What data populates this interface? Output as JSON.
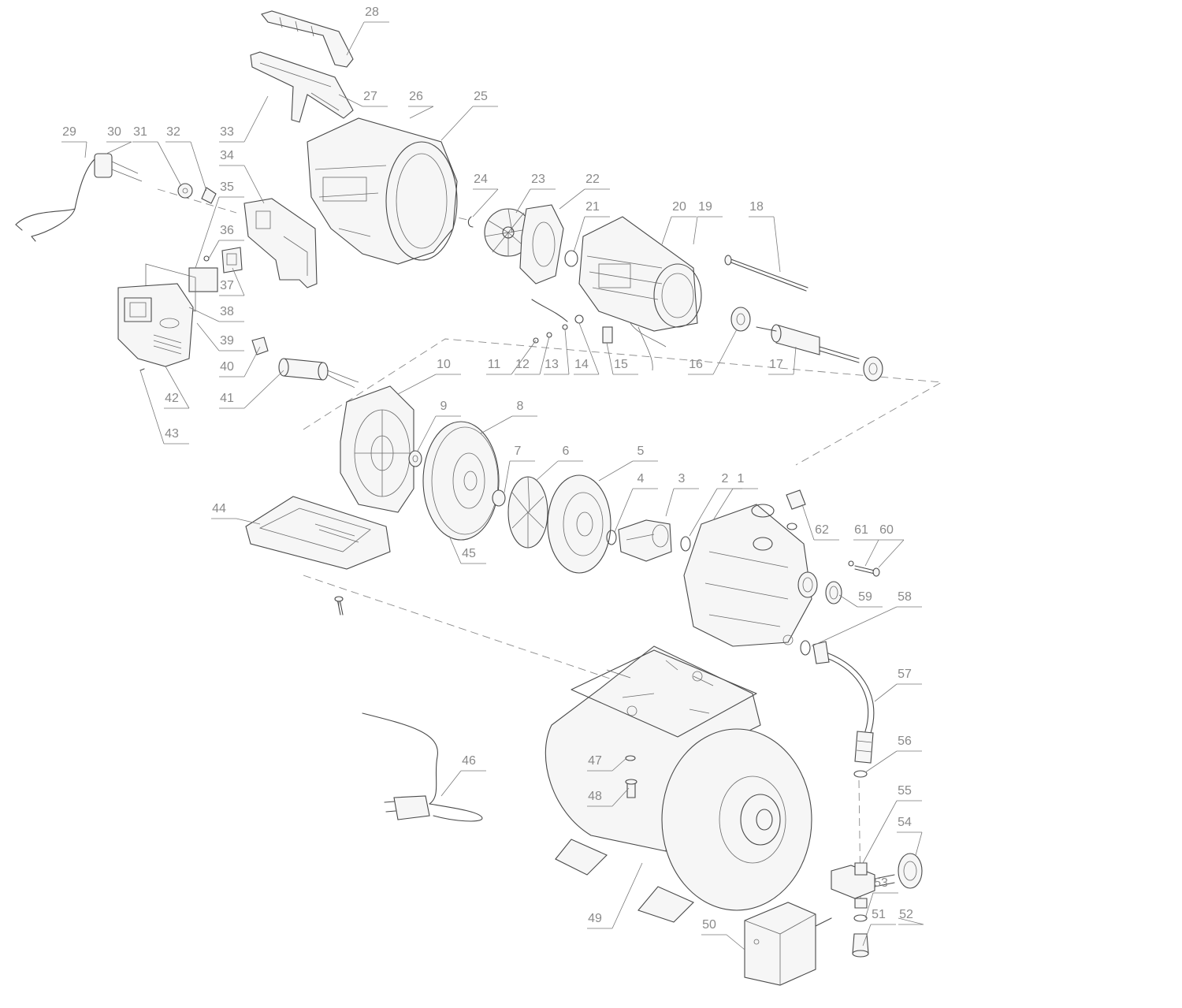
{
  "diagram": {
    "type": "exploded-parts-view",
    "line_color": "#4a4a4a",
    "label_color": "#8a8a8a",
    "callouts": [
      {
        "id": "1",
        "label": "1"
      },
      {
        "id": "2",
        "label": "2"
      },
      {
        "id": "3",
        "label": "3"
      },
      {
        "id": "4",
        "label": "4"
      },
      {
        "id": "5",
        "label": "5"
      },
      {
        "id": "6",
        "label": "6"
      },
      {
        "id": "7",
        "label": "7"
      },
      {
        "id": "8",
        "label": "8"
      },
      {
        "id": "9",
        "label": "9"
      },
      {
        "id": "10",
        "label": "10"
      },
      {
        "id": "11",
        "label": "11"
      },
      {
        "id": "12",
        "label": "12"
      },
      {
        "id": "13",
        "label": "13"
      },
      {
        "id": "14",
        "label": "14"
      },
      {
        "id": "15",
        "label": "15"
      },
      {
        "id": "16",
        "label": "16"
      },
      {
        "id": "17",
        "label": "17"
      },
      {
        "id": "18",
        "label": "18"
      },
      {
        "id": "19",
        "label": "19"
      },
      {
        "id": "20",
        "label": "20"
      },
      {
        "id": "21",
        "label": "21"
      },
      {
        "id": "22",
        "label": "22"
      },
      {
        "id": "23",
        "label": "23"
      },
      {
        "id": "24",
        "label": "24"
      },
      {
        "id": "25",
        "label": "25"
      },
      {
        "id": "26",
        "label": "26"
      },
      {
        "id": "27",
        "label": "27"
      },
      {
        "id": "28",
        "label": "28"
      },
      {
        "id": "29",
        "label": "29"
      },
      {
        "id": "30",
        "label": "30"
      },
      {
        "id": "31",
        "label": "31"
      },
      {
        "id": "32",
        "label": "32"
      },
      {
        "id": "33",
        "label": "33"
      },
      {
        "id": "34",
        "label": "34"
      },
      {
        "id": "35",
        "label": "35"
      },
      {
        "id": "36",
        "label": "36"
      },
      {
        "id": "37",
        "label": "37"
      },
      {
        "id": "38",
        "label": "38"
      },
      {
        "id": "39",
        "label": "39"
      },
      {
        "id": "40",
        "label": "40"
      },
      {
        "id": "41",
        "label": "41"
      },
      {
        "id": "42",
        "label": "42"
      },
      {
        "id": "43",
        "label": "43"
      },
      {
        "id": "44",
        "label": "44"
      },
      {
        "id": "45",
        "label": "45"
      },
      {
        "id": "46",
        "label": "46"
      },
      {
        "id": "47",
        "label": "47"
      },
      {
        "id": "48",
        "label": "48"
      },
      {
        "id": "49",
        "label": "49"
      },
      {
        "id": "50",
        "label": "50"
      },
      {
        "id": "51",
        "label": "51"
      },
      {
        "id": "52",
        "label": "52"
      },
      {
        "id": "53",
        "label": "53"
      },
      {
        "id": "54",
        "label": "54"
      },
      {
        "id": "55",
        "label": "55"
      },
      {
        "id": "56",
        "label": "56"
      },
      {
        "id": "57",
        "label": "57"
      },
      {
        "id": "58",
        "label": "58"
      },
      {
        "id": "59",
        "label": "59"
      },
      {
        "id": "60",
        "label": "60"
      },
      {
        "id": "61",
        "label": "61"
      },
      {
        "id": "62",
        "label": "62"
      }
    ]
  }
}
